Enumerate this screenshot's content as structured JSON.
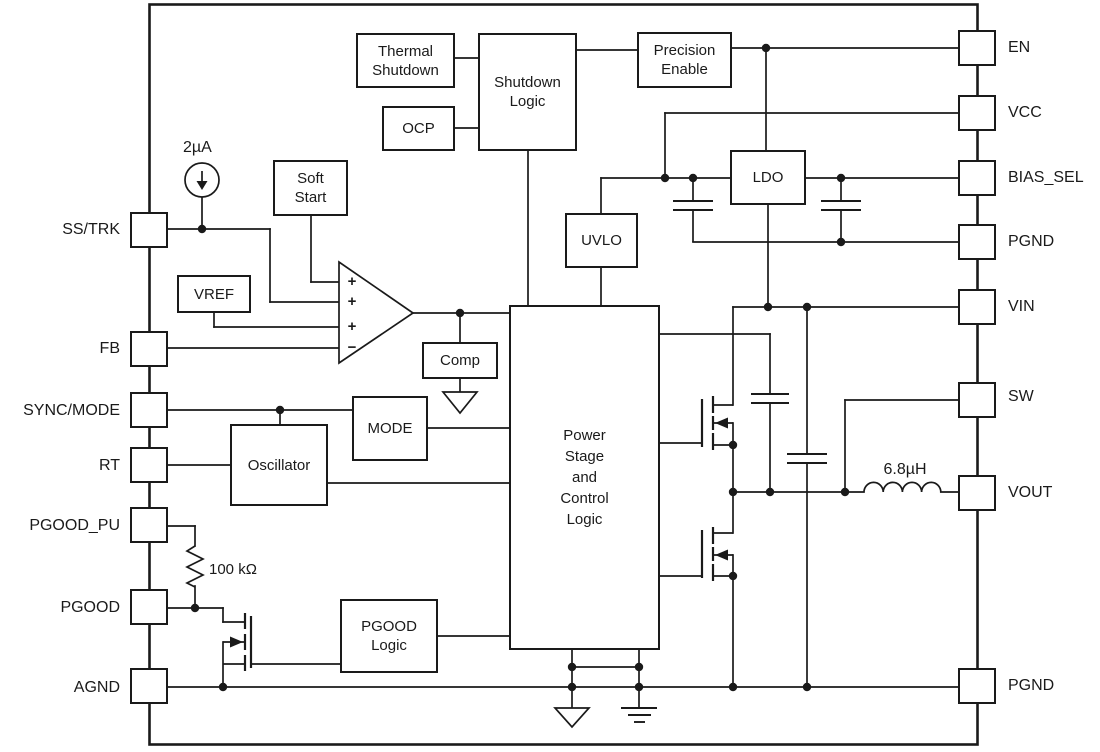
{
  "diagram_type": "dc-dc-converter-functional-block-diagram",
  "colors": {
    "line": "#1a1a1a",
    "background": "#ffffff"
  },
  "pins": {
    "left": [
      {
        "label": "SS/TRK"
      },
      {
        "label": "FB"
      },
      {
        "label": "SYNC/MODE"
      },
      {
        "label": "RT"
      },
      {
        "label": "PGOOD_PU"
      },
      {
        "label": "PGOOD"
      },
      {
        "label": "AGND"
      }
    ],
    "right": [
      {
        "label": "EN"
      },
      {
        "label": "VCC"
      },
      {
        "label": "BIAS_SEL"
      },
      {
        "label": "PGND"
      },
      {
        "label": "VIN"
      },
      {
        "label": "SW"
      },
      {
        "label": "VOUT"
      },
      {
        "label": "PGND"
      }
    ]
  },
  "blocks": {
    "thermal_shutdown": {
      "line1": "Thermal",
      "line2": "Shutdown"
    },
    "ocp": {
      "label": "OCP"
    },
    "shutdown_logic": {
      "line1": "Shutdown",
      "line2": "Logic"
    },
    "precision_enable": {
      "line1": "Precision",
      "line2": "Enable"
    },
    "soft_start": {
      "line1": "Soft",
      "line2": "Start"
    },
    "vref": {
      "label": "VREF"
    },
    "uvlo": {
      "label": "UVLO"
    },
    "ldo": {
      "label": "LDO"
    },
    "comp": {
      "label": "Comp"
    },
    "mode": {
      "label": "MODE"
    },
    "oscillator": {
      "label": "Oscillator"
    },
    "power_stage": {
      "line1": "Power",
      "line2": "Stage",
      "line3": "and",
      "line4": "Control",
      "line5": "Logic"
    },
    "pgood_logic": {
      "line1": "PGOOD",
      "line2": "Logic"
    }
  },
  "components": {
    "current_source": {
      "label": "2µA"
    },
    "pullup_resistor": {
      "label": "100 kΩ"
    },
    "inductor": {
      "label": "6.8µH"
    },
    "opamp_inputs": [
      "+",
      "+",
      "+",
      "−"
    ]
  }
}
